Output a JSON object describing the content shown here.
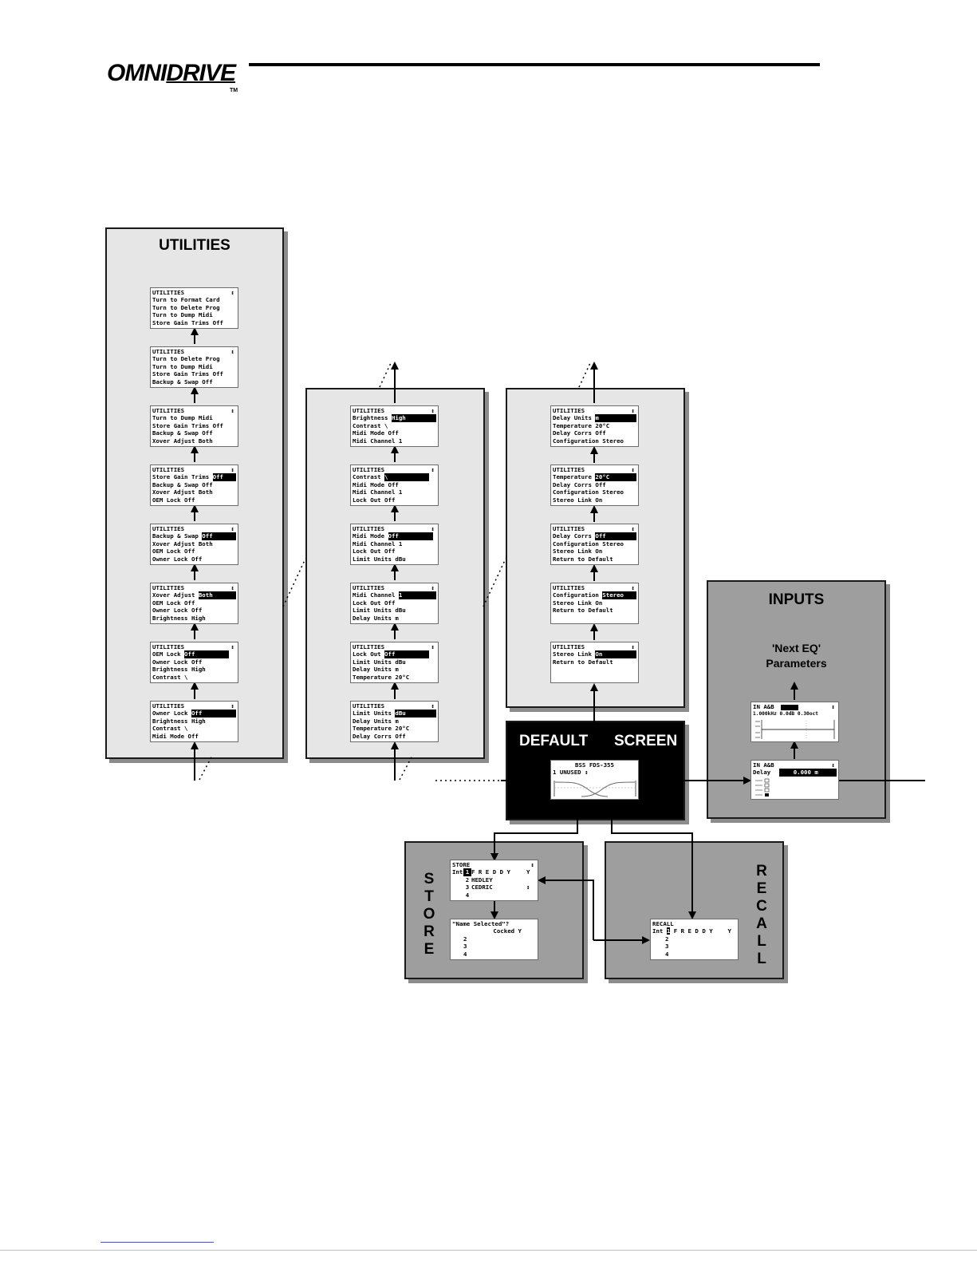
{
  "logo": {
    "omni": "OMNI",
    "drive": "DRIVE",
    "tm": "TM"
  },
  "utilities_panel": {
    "title": "UTILITIES",
    "screens": [
      {
        "header": "UTILITIES",
        "arrow": "↕",
        "rows": [
          [
            "Turn to Format Card",
            ""
          ],
          [
            "Turn to Delete Prog",
            ""
          ],
          [
            "Turn to Dump Midi",
            ""
          ],
          [
            "Store Gain Trims  Off",
            ""
          ]
        ]
      },
      {
        "header": "UTILITIES",
        "arrow": "↕",
        "rows": [
          [
            "Turn to Delete Prog",
            ""
          ],
          [
            "Turn to Dump Midi",
            ""
          ],
          [
            "Store Gain Trims  Off",
            ""
          ],
          [
            "Backup & Swap  Off",
            ""
          ]
        ]
      },
      {
        "header": "UTILITIES",
        "arrow": "↕",
        "rows": [
          [
            "Turn to Dump Midi",
            ""
          ],
          [
            "Store Gain Trims  Off",
            ""
          ],
          [
            "Backup & Swap  Off",
            ""
          ],
          [
            "Xover Adjust  Both",
            ""
          ]
        ]
      },
      {
        "header": "UTILITIES",
        "arrow": "↕",
        "rows": [
          [
            "Store Gain Trims ",
            "Off"
          ],
          [
            "Backup & Swap  Off",
            ""
          ],
          [
            "Xover Adjust  Both",
            ""
          ],
          [
            "OEM Lock  Off",
            ""
          ]
        ]
      },
      {
        "header": "UTILITIES",
        "arrow": "↕",
        "rows": [
          [
            "Backup & Swap ",
            "Off"
          ],
          [
            "Xover Adjust  Both",
            ""
          ],
          [
            "OEM Lock  Off",
            ""
          ],
          [
            "Owner Lock  Off",
            ""
          ]
        ]
      },
      {
        "header": "UTILITIES",
        "arrow": "↕",
        "rows": [
          [
            "Xover Adjust ",
            "Both"
          ],
          [
            "OEM Lock  Off",
            ""
          ],
          [
            "Owner Lock  Off",
            ""
          ],
          [
            "Brightness  High",
            ""
          ]
        ]
      },
      {
        "header": "UTILITIES",
        "arrow": "↕",
        "rows": [
          [
            "OEM Lock ",
            "Off"
          ],
          [
            "Owner Lock  Off",
            ""
          ],
          [
            "Brightness  High",
            ""
          ],
          [
            "Contrast  \\",
            ""
          ]
        ]
      },
      {
        "header": "UTILITIES",
        "arrow": "↕",
        "rows": [
          [
            "Owner Lock ",
            "Off"
          ],
          [
            "Brightness  High",
            ""
          ],
          [
            "Contrast  \\",
            ""
          ],
          [
            "Midi Mode  Off",
            ""
          ]
        ]
      }
    ]
  },
  "column2": {
    "screens": [
      {
        "header": "UTILITIES",
        "arrow": "↕",
        "rows": [
          [
            "Brightness ",
            "High"
          ],
          [
            "Contrast  \\",
            ""
          ],
          [
            "Midi Mode  Off",
            ""
          ],
          [
            "Midi Channel  1",
            ""
          ]
        ]
      },
      {
        "header": "UTILITIES",
        "arrow": "↕",
        "rows": [
          [
            "Contrast ",
            "\\"
          ],
          [
            "Midi Mode  Off",
            ""
          ],
          [
            "Midi Channel  1",
            ""
          ],
          [
            "Lock Out  Off",
            ""
          ]
        ]
      },
      {
        "header": "UTILITIES",
        "arrow": "↕",
        "rows": [
          [
            "Midi Mode ",
            "Off"
          ],
          [
            "Midi Channel  1",
            ""
          ],
          [
            "Lock Out  Off",
            ""
          ],
          [
            "Limit Units  dBu",
            ""
          ]
        ]
      },
      {
        "header": "UTILITIES",
        "arrow": "↕",
        "rows": [
          [
            "Midi Channel ",
            "1"
          ],
          [
            "Lock Out  Off",
            ""
          ],
          [
            "Limit Units  dBu",
            ""
          ],
          [
            "Delay Units  m",
            ""
          ]
        ]
      },
      {
        "header": "UTILITIES",
        "arrow": "↕",
        "rows": [
          [
            "Lock Out ",
            "Off"
          ],
          [
            "Limit Units  dBu",
            ""
          ],
          [
            "Delay Units  m",
            ""
          ],
          [
            "Temperature  20°C",
            ""
          ]
        ]
      },
      {
        "header": "UTILITIES",
        "arrow": "↕",
        "rows": [
          [
            "Limit Units ",
            "dBu"
          ],
          [
            "Delay Units  m",
            ""
          ],
          [
            "Temperature  20°C",
            ""
          ],
          [
            "Delay Corrs  Off",
            ""
          ]
        ]
      }
    ]
  },
  "column3": {
    "screens": [
      {
        "header": "UTILITIES",
        "arrow": "↕",
        "rows": [
          [
            "Delay Units ",
            "m"
          ],
          [
            "Temperature  20°C",
            ""
          ],
          [
            "Delay Corrs  Off",
            ""
          ],
          [
            "Configuration  Stereo",
            ""
          ]
        ]
      },
      {
        "header": "UTILITIES",
        "arrow": "↕",
        "rows": [
          [
            "Temperature ",
            "20°C"
          ],
          [
            "Delay Corrs  Off",
            ""
          ],
          [
            "Configuration  Stereo",
            ""
          ],
          [
            "Stereo Link  On",
            ""
          ]
        ]
      },
      {
        "header": "UTILITIES",
        "arrow": "↕",
        "rows": [
          [
            "Delay Corrs ",
            "Off"
          ],
          [
            "Configuration  Stereo",
            ""
          ],
          [
            "Stereo Link  On",
            ""
          ],
          [
            "Return to Default",
            ""
          ]
        ]
      },
      {
        "header": "UTILITIES",
        "arrow": "↕",
        "rows": [
          [
            "Configuration ",
            "Stereo"
          ],
          [
            "Stereo Link  On",
            ""
          ],
          [
            "Return to Default",
            ""
          ],
          [
            "",
            ""
          ]
        ]
      },
      {
        "header": "UTILITIES",
        "arrow": "↕",
        "rows": [
          [
            "Stereo Link ",
            "On"
          ],
          [
            "Return to Default",
            ""
          ],
          [
            "",
            ""
          ],
          [
            "",
            ""
          ]
        ]
      }
    ]
  },
  "default_screen": {
    "title_left": "DEFAULT",
    "title_right": "SCREEN",
    "line1": "BSS  FDS-355",
    "line2_num": "1",
    "line2_name": "UNUSED",
    "line2_arrow": "↕"
  },
  "inputs": {
    "title": "INPUTS",
    "note_line1": "'Next EQ'",
    "note_line2": "Parameters",
    "eq_screen": {
      "line1": "IN A&B",
      "line1_box": "",
      "line1_arrow": "↕",
      "line2": "1.000kHz    0.0dB  0.30oct"
    },
    "delay_screen": {
      "line1": "IN A&B",
      "line1_arrow": "↕",
      "label": "Delay",
      "value": "0.000 m"
    }
  },
  "store": {
    "vertical_label": "STORE",
    "screen1": {
      "header": "STORE",
      "arrow": "↕",
      "rows": [
        [
          "Int",
          "1",
          "F R E D D Y",
          "Y"
        ],
        [
          "",
          "2",
          "HEDLEY",
          ""
        ],
        [
          "",
          "3",
          "CEDRIC",
          "↕"
        ],
        [
          "",
          "4",
          "",
          ""
        ]
      ]
    },
    "screen2": {
      "row1": "\"Name Selected\"?",
      "row2": "Cocked Y",
      "rows": [
        "2",
        "3",
        "4"
      ]
    }
  },
  "recall": {
    "vertical_label": "RECALL",
    "screen": {
      "header": "RECALL",
      "row1_pre": "Int",
      "row1_hl": "1",
      "row1_name": "F R E D D Y",
      "row1_end": "Y",
      "rows": [
        "2",
        "3",
        "4"
      ]
    }
  },
  "colors": {
    "panel_light": "#e6e6e6",
    "panel_gray": "#9e9e9e",
    "panel_black": "#000000",
    "highlight": "#000000"
  }
}
